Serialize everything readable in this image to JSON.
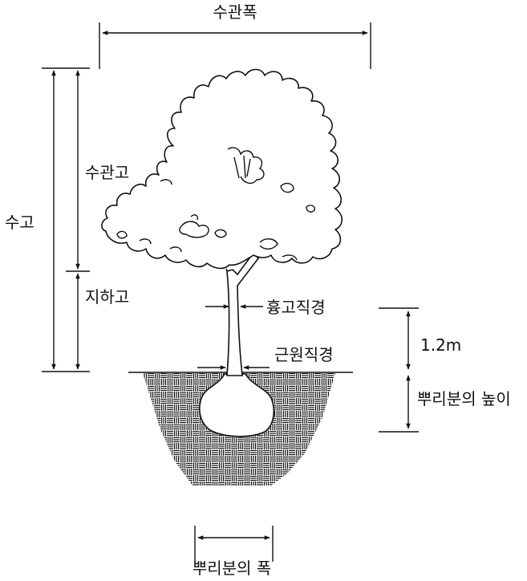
{
  "labels": {
    "crown_width": "수관폭",
    "tree_height": "수고",
    "crown_height": "수관고",
    "clear_height": "지하고",
    "dbh": "흉고직경",
    "root_collar": "근원직경",
    "dbh_height": "1.2m",
    "rootball_height": "뿌리분의 높이",
    "rootball_width": "뿌리분의 폭"
  }
}
